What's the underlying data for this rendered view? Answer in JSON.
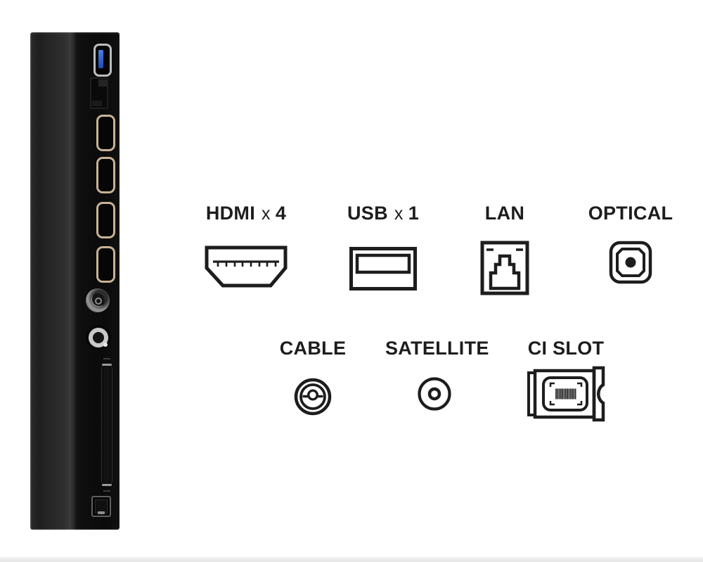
{
  "legend": {
    "items": [
      {
        "name": "HDMI",
        "mult_sign": "x",
        "mult_value": "4",
        "icon": "hdmi-port-icon"
      },
      {
        "name": "USB",
        "mult_sign": "x",
        "mult_value": "1",
        "icon": "usb-port-icon"
      },
      {
        "name": "LAN",
        "icon": "lan-port-icon"
      },
      {
        "name": "OPTICAL",
        "icon": "optical-port-icon"
      },
      {
        "name": "CABLE",
        "icon": "cable-port-icon"
      },
      {
        "name": "SATELLITE",
        "icon": "satellite-port-icon"
      },
      {
        "name": "CI SLOT",
        "icon": "ci-slot-icon"
      }
    ]
  },
  "tv_edge": {
    "ports_top_to_bottom": [
      "usb-port",
      "lan-port",
      "hdmi-port-1",
      "hdmi-port-2",
      "hdmi-port-3",
      "hdmi-port-4",
      "satellite-coax-port",
      "cable-coax-port",
      "ci-slot",
      "optical-port"
    ]
  },
  "colors": {
    "background": "#ffffff",
    "label_text": "#1d1d1d",
    "icon_stroke": "#1d1d1d",
    "usb_accent_blue": "#2f62d8",
    "hdmi_outline_tan": "#c8b294",
    "coax_silver": "#c9c9c9",
    "panel_dark": "#1a1a1a",
    "bottom_bar": "#ececec"
  }
}
